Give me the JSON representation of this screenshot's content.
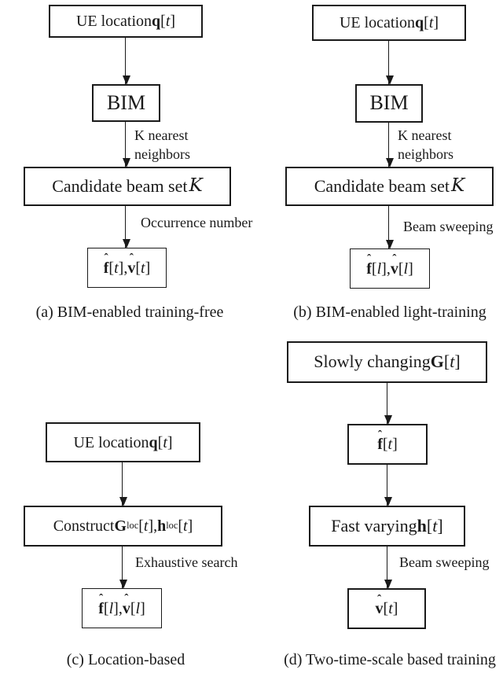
{
  "diagrams": [
    {
      "id": "a",
      "caption": "(a) BIM-enabled training-free",
      "nodes": [
        {
          "name": "ue-location",
          "segments": [
            {
              "t": "UE location ",
              "s": "plain"
            },
            {
              "t": "q",
              "s": "b"
            },
            {
              "t": "[",
              "s": "plain"
            },
            {
              "t": "t",
              "s": "i"
            },
            {
              "t": "]",
              "s": "plain"
            }
          ]
        },
        {
          "name": "bim",
          "segments": [
            {
              "t": "BIM",
              "s": "plain"
            }
          ]
        },
        {
          "name": "candidate-beam-set",
          "segments": [
            {
              "t": "Candidate beam set ",
              "s": "plain"
            },
            {
              "t": "K",
              "s": "scr"
            }
          ]
        },
        {
          "name": "beam-pair-output",
          "segments": [
            {
              "t": "f",
              "s": "bhat"
            },
            {
              "t": "[",
              "s": "plain"
            },
            {
              "t": "t",
              "s": "i"
            },
            {
              "t": "], ",
              "s": "plain"
            },
            {
              "t": "v",
              "s": "bhat"
            },
            {
              "t": "[",
              "s": "plain"
            },
            {
              "t": "t",
              "s": "i"
            },
            {
              "t": "]",
              "s": "plain"
            }
          ]
        }
      ],
      "edge_labels": [
        {
          "name": "k-nearest-neighbors",
          "segments": [
            {
              "t": "K  nearest",
              "s": "plain"
            },
            {
              "t": "",
              "s": "br"
            },
            {
              "t": "neighbors",
              "s": "plain"
            }
          ]
        },
        {
          "name": "occurrence-number",
          "segments": [
            {
              "t": "Occurrence number",
              "s": "plain"
            }
          ]
        }
      ]
    },
    {
      "id": "b",
      "caption": "(b) BIM-enabled light-training",
      "nodes": [
        {
          "name": "ue-location",
          "segments": [
            {
              "t": "UE location ",
              "s": "plain"
            },
            {
              "t": "q",
              "s": "b"
            },
            {
              "t": "[",
              "s": "plain"
            },
            {
              "t": "t",
              "s": "i"
            },
            {
              "t": "]",
              "s": "plain"
            }
          ]
        },
        {
          "name": "bim",
          "segments": [
            {
              "t": "BIM",
              "s": "plain"
            }
          ]
        },
        {
          "name": "candidate-beam-set",
          "segments": [
            {
              "t": "Candidate beam set ",
              "s": "plain"
            },
            {
              "t": "K",
              "s": "scr"
            }
          ]
        },
        {
          "name": "beam-pair-output",
          "segments": [
            {
              "t": "f",
              "s": "bhat"
            },
            {
              "t": "[",
              "s": "plain"
            },
            {
              "t": "l",
              "s": "i"
            },
            {
              "t": "], ",
              "s": "plain"
            },
            {
              "t": "v",
              "s": "bhat"
            },
            {
              "t": "[",
              "s": "plain"
            },
            {
              "t": "l",
              "s": "i"
            },
            {
              "t": "]",
              "s": "plain"
            }
          ]
        }
      ],
      "edge_labels": [
        {
          "name": "k-nearest-neighbors",
          "segments": [
            {
              "t": "K  nearest",
              "s": "plain"
            },
            {
              "t": "",
              "s": "br"
            },
            {
              "t": "neighbors",
              "s": "plain"
            }
          ]
        },
        {
          "name": "beam-sweeping",
          "segments": [
            {
              "t": "Beam sweeping",
              "s": "plain"
            }
          ]
        }
      ]
    },
    {
      "id": "c",
      "caption": "(c) Location-based",
      "nodes": [
        {
          "name": "ue-location",
          "segments": [
            {
              "t": "UE location ",
              "s": "plain"
            },
            {
              "t": "q",
              "s": "b"
            },
            {
              "t": "[",
              "s": "plain"
            },
            {
              "t": "t",
              "s": "i"
            },
            {
              "t": "]",
              "s": "plain"
            }
          ]
        },
        {
          "name": "construct-channel",
          "segments": [
            {
              "t": "Construct ",
              "s": "plain"
            },
            {
              "t": "G",
              "s": "b"
            },
            {
              "t": "loc",
              "s": "sub"
            },
            {
              "t": "[",
              "s": "plain"
            },
            {
              "t": "t",
              "s": "i"
            },
            {
              "t": "], ",
              "s": "plain"
            },
            {
              "t": "h",
              "s": "b"
            },
            {
              "t": "loc",
              "s": "sub"
            },
            {
              "t": "[",
              "s": "plain"
            },
            {
              "t": "t",
              "s": "i"
            },
            {
              "t": "]",
              "s": "plain"
            }
          ]
        },
        {
          "name": "beam-pair-output",
          "segments": [
            {
              "t": "f",
              "s": "bhat"
            },
            {
              "t": "[",
              "s": "plain"
            },
            {
              "t": "l",
              "s": "i"
            },
            {
              "t": "], ",
              "s": "plain"
            },
            {
              "t": "v",
              "s": "bhat"
            },
            {
              "t": "[",
              "s": "plain"
            },
            {
              "t": "l",
              "s": "i"
            },
            {
              "t": "]",
              "s": "plain"
            }
          ]
        }
      ],
      "edge_labels": [
        {
          "name": "exhaustive-search",
          "segments": [
            {
              "t": "Exhaustive search",
              "s": "plain"
            }
          ]
        }
      ]
    },
    {
      "id": "d",
      "caption": "(d) Two-time-scale based training",
      "nodes": [
        {
          "name": "slowly-changing-g",
          "segments": [
            {
              "t": "Slowly changing ",
              "s": "plain"
            },
            {
              "t": "G",
              "s": "b"
            },
            {
              "t": "[",
              "s": "plain"
            },
            {
              "t": "t",
              "s": "i"
            },
            {
              "t": "]",
              "s": "plain"
            }
          ]
        },
        {
          "name": "f-hat",
          "segments": [
            {
              "t": "f",
              "s": "bhat"
            },
            {
              "t": "[",
              "s": "plain"
            },
            {
              "t": "t",
              "s": "i"
            },
            {
              "t": "]",
              "s": "plain"
            }
          ]
        },
        {
          "name": "fast-varying-h",
          "segments": [
            {
              "t": "Fast varying ",
              "s": "plain"
            },
            {
              "t": "h",
              "s": "b"
            },
            {
              "t": "[",
              "s": "plain"
            },
            {
              "t": "t",
              "s": "i"
            },
            {
              "t": "]",
              "s": "plain"
            }
          ]
        },
        {
          "name": "v-hat-output",
          "segments": [
            {
              "t": "v",
              "s": "bhat"
            },
            {
              "t": "[",
              "s": "plain"
            },
            {
              "t": "t",
              "s": "i"
            },
            {
              "t": "]",
              "s": "plain"
            }
          ]
        }
      ],
      "edge_labels": [
        {
          "name": "beam-sweeping",
          "segments": [
            {
              "t": "Beam sweeping",
              "s": "plain"
            }
          ]
        }
      ]
    }
  ]
}
